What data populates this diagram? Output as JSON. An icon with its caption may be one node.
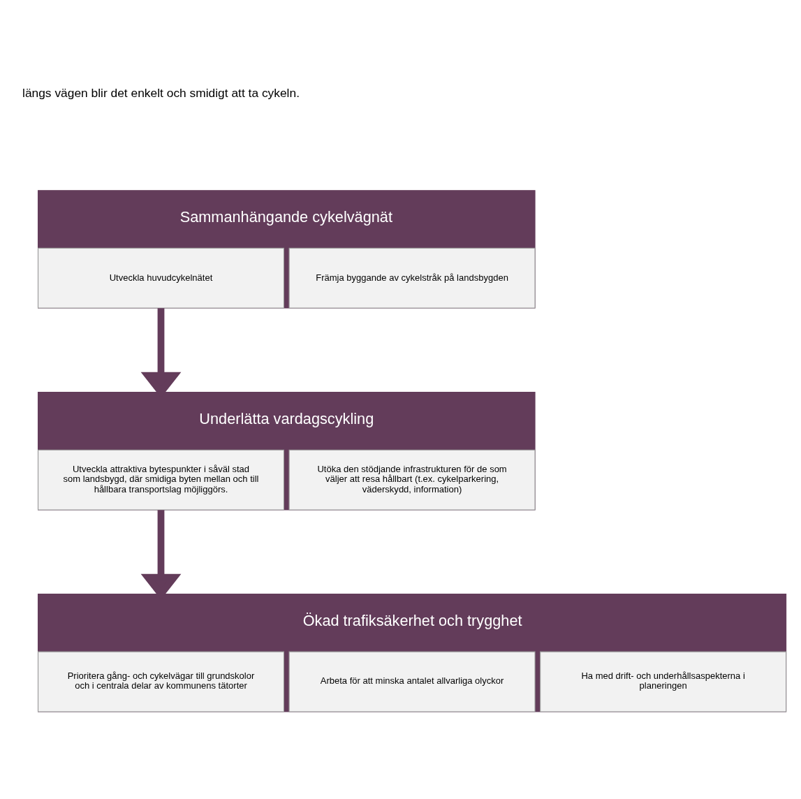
{
  "diagram": {
    "nodes": [
      {
        "text": [
          "Sammanhängande cykelvägnät"
        ]
      },
      {
        "text": [
          "Utveckla huvudcykelnätet"
        ],
        "in": 0
      },
      {
        "text": [
          "Främja byggande av cykelstråk på landsbygden"
        ],
        "in": 0
      },
      {
        "text": [
          "Underlätta vardagscykling"
        ]
      },
      {
        "text": [
          "Utveckla attraktiva bytespunkter i såväl stad som landsbygd, där smidiga byten mellan och till hållbara transportslag möjliggörs."
        ],
        "in": 3
      },
      {
        "text": [
          "Utöka den stödjande infrastrukturen för de som väljer att resa hållbart (t.ex. cykelparkering, väderskydd, information)"
        ],
        "in": 3
      },
      {
        "text": [
          "Ökad trafiksäkerhet och trygghet"
        ]
      },
      {
        "text": [
          "Prioritera gång- och cykelvägar till grundskolor och i centrala delar av kommunens tätorter"
        ],
        "in": 6
      },
      {
        "text": [
          "Arbeta för att minska antalet allvarliga olyckor"
        ],
        "in": 6
      },
      {
        "text": [
          "Ha med drift- och underhållsaspekterna i planeringen"
        ],
        "in": 6
      }
    ],
    "edges": [
      {
        "from": 0,
        "to": 3,
        "arrow": "to"
      },
      {
        "from": 3,
        "to": 6,
        "arrow": "to"
      }
    ],
    "labels": [
      "längs vägen blir det enkelt och smidigt att ta cykeln."
    ]
  }
}
